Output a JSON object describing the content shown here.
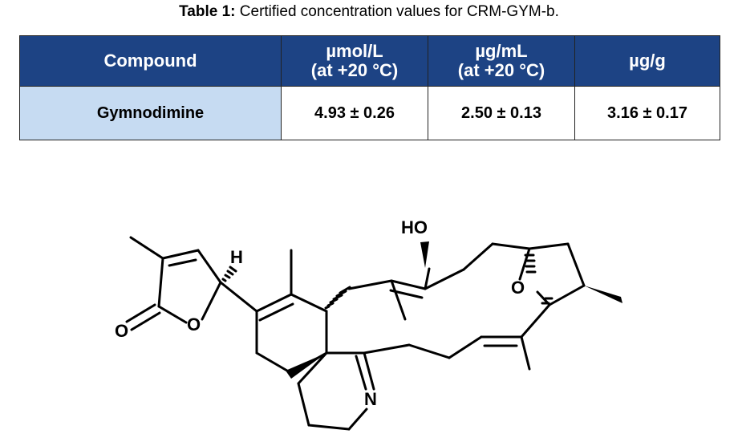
{
  "caption": {
    "label": "Table 1:",
    "text": "Certified concentration values for CRM-GYM-b."
  },
  "table": {
    "headers": [
      {
        "line1": "Compound",
        "line2": ""
      },
      {
        "line1": "µmol/L",
        "line2": "(at +20 °C)"
      },
      {
        "line1": "µg/mL",
        "line2": "(at +20 °C)"
      },
      {
        "line1": "µg/g",
        "line2": ""
      }
    ],
    "rows": [
      {
        "compound": "Gymnodimine",
        "umol_per_l": "4.93 ± 0.26",
        "ug_per_ml": "2.50 ± 0.13",
        "ug_per_g": "3.16 ± 0.17"
      }
    ]
  },
  "structure": {
    "atom_labels": {
      "hydroxyl": "HO",
      "hydrogen": "H",
      "ring_oxygen": "O",
      "ether_oxygen": "O",
      "carbonyl_oxygen": "O",
      "imine_nitrogen": "N"
    }
  },
  "colors": {
    "header_bg": "#1d4384",
    "header_text": "#ffffff",
    "compound_cell_bg": "#c6dbf2"
  }
}
